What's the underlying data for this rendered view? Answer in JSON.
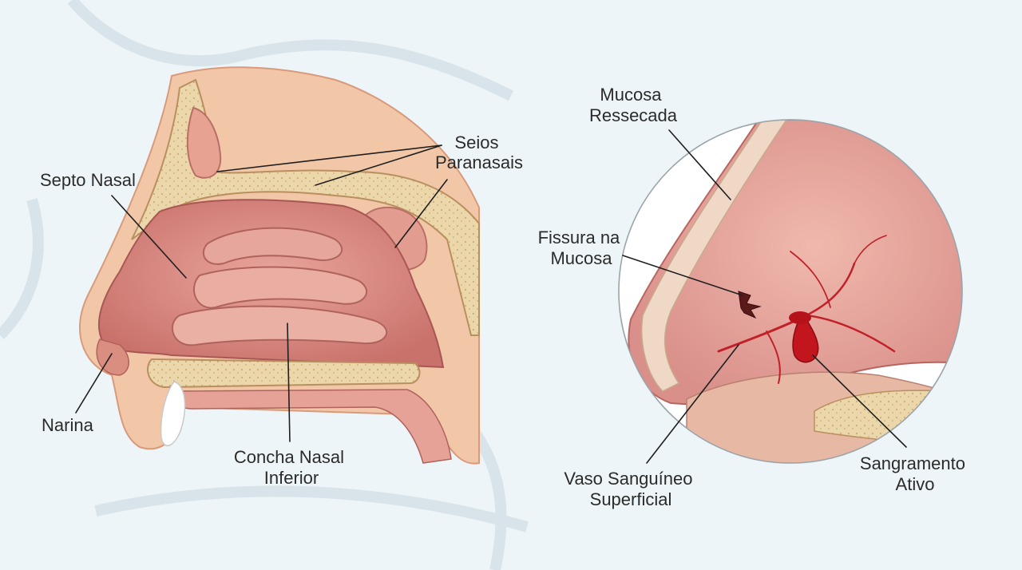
{
  "diagram": {
    "labels": {
      "septo_nasal": "Septo Nasal",
      "seios_paranasais": [
        "Seios",
        "Paranasais"
      ],
      "narina": "Narina",
      "concha_nasal_inferior": [
        "Concha Nasal",
        "Inferior"
      ],
      "mucosa_ressecada": [
        "Mucosa",
        "Ressecada"
      ],
      "fissura_na_mucosa": [
        "Fissura na",
        "Mucosa"
      ],
      "vaso_sanguineo_superficial": [
        "Vaso Sanguíneo",
        "Superficial"
      ],
      "sangramento_ativo": [
        "Sangramento",
        "Ativo"
      ]
    },
    "colors": {
      "background": "#eef5f8",
      "skin": "#f1c7a8",
      "mucosa": "#dc8f86",
      "mucosa_dark": "#b85f5c",
      "bone": "#ecd7ab",
      "blood": "#c2151e",
      "text": "#2b2b2b"
    }
  }
}
